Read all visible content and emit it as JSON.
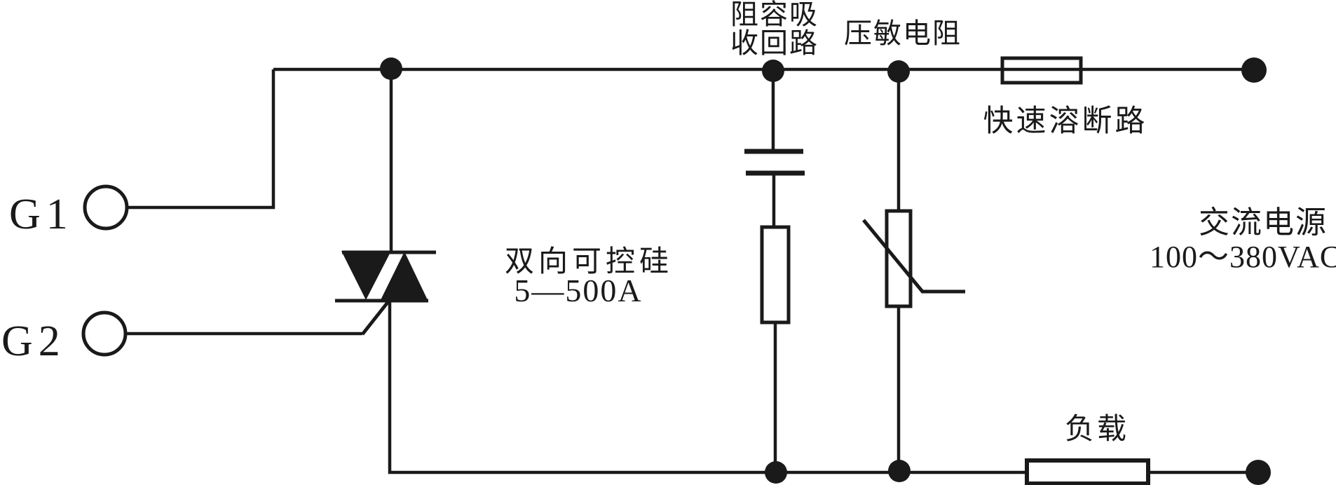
{
  "canvas": {
    "background": "#ffffff",
    "ink_color": "#1a1a1a"
  },
  "terminals": {
    "g1_label": "G1",
    "g2_label": "G2"
  },
  "triac": {
    "name": "双向可控硅",
    "rating": "5—500A"
  },
  "snubber": {
    "label_line1": "阻容吸",
    "label_line2": "收回路"
  },
  "varistor": {
    "label": "压敏电阻"
  },
  "fuse": {
    "label": "快速溶断路"
  },
  "load": {
    "label": "负载"
  },
  "ac_source": {
    "name": "交流电源",
    "voltage_range": "100～380VAC"
  }
}
